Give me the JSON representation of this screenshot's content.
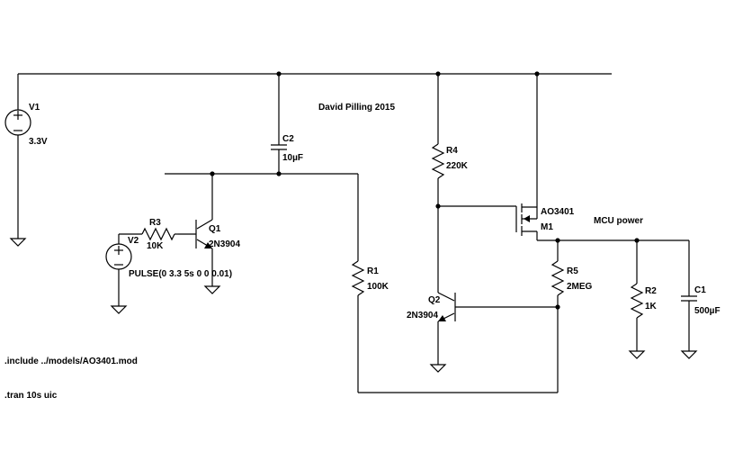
{
  "author_note": "David Pilling 2015",
  "net_label": "MCU power",
  "directives": [
    ".include ../models/AO3401.mod",
    ".tran 10s uic"
  ],
  "components": {
    "V1": {
      "name": "V1",
      "value": "3.3V"
    },
    "V2": {
      "name": "V2",
      "value": "PULSE(0 3.3 5s 0 0 0.01)"
    },
    "R3": {
      "name": "R3",
      "value": "10K"
    },
    "Q1": {
      "name": "Q1",
      "value": "2N3904"
    },
    "C2": {
      "name": "C2",
      "value": "10µF"
    },
    "R1": {
      "name": "R1",
      "value": "100K"
    },
    "R4": {
      "name": "R4",
      "value": "220K"
    },
    "M1": {
      "name": "M1",
      "value": "AO3401"
    },
    "R5": {
      "name": "R5",
      "value": "2MEG"
    },
    "Q2": {
      "name": "Q2",
      "value": "2N3904"
    },
    "R2": {
      "name": "R2",
      "value": "1K"
    },
    "C1": {
      "name": "C1",
      "value": "500µF"
    }
  }
}
